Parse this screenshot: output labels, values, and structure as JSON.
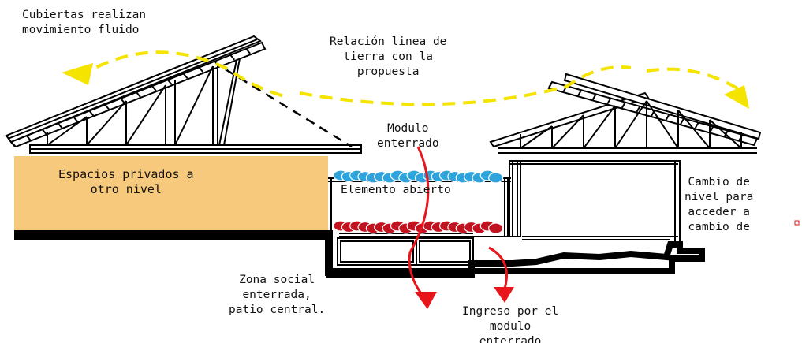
{
  "labels": {
    "cubiertas": "Cubiertas realizan\nmovimiento fluido",
    "relacion": "Relación linea de\ntierra con la\npropuesta",
    "modulo": "Modulo\nenterrado",
    "espacios": "Espacios privados a\notro nivel",
    "elemento": "Elemento abierto",
    "cambio": "Cambio de\nnivel para\nacceder a\ncambio de",
    "zona": "Zona social\nenterrada,\npatio central.",
    "ingreso": "Ingreso por el\nmodulo\nenterrado"
  },
  "colors": {
    "fill_private": "#f7c97c",
    "arrow_yellow": "#f5e400",
    "arrow_red": "#e8151b",
    "cloud_blue": "#2ea3dc",
    "cloud_red": "#c1121f",
    "ink": "#000000"
  }
}
